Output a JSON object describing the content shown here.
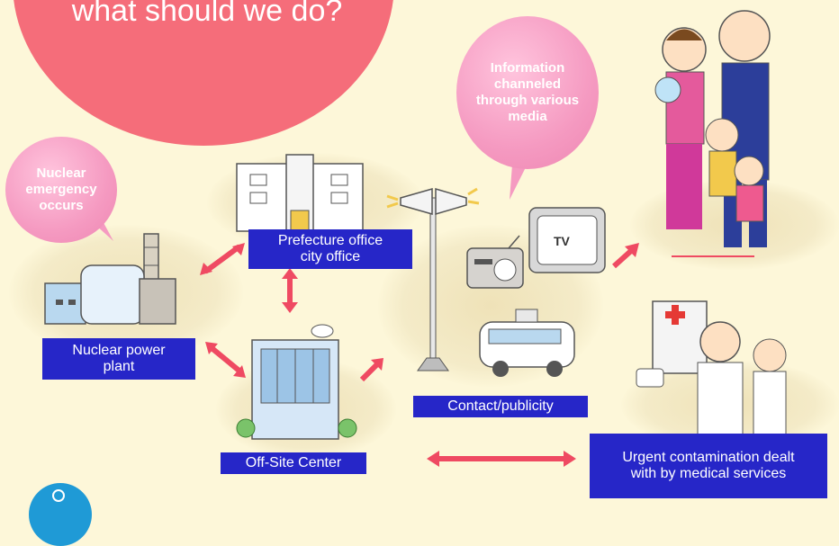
{
  "headline": {
    "text": "what should we do?"
  },
  "bubbles": {
    "emergency": "Nuclear emergency occurs",
    "media": "Information channeled through various media"
  },
  "labels": {
    "power_plant": "Nuclear power plant",
    "prefecture": "Prefecture office city office",
    "offsite": "Off-Site Center",
    "contact": "Contact/publicity",
    "medical": "Urgent contamination dealt with by medical services"
  },
  "tv_text": "TV",
  "colors": {
    "background": "#fdf7d9",
    "headline_bubble": "#f56d7a",
    "info_bubble": "#f59ac1",
    "label_fill": "#2626c8",
    "arrow": "#ef4a62"
  }
}
